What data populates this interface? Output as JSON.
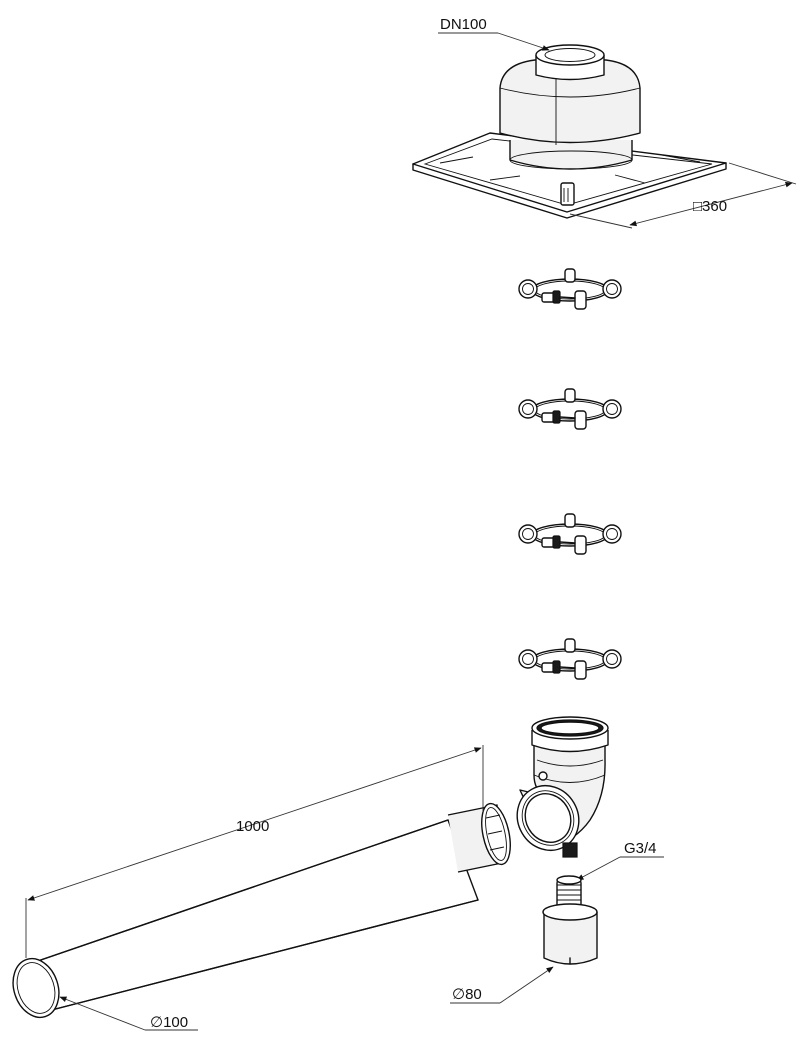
{
  "labels": {
    "dn": "DN100",
    "square": "□360",
    "length": "1000",
    "pipe_diameter": "∅100",
    "thread": "G3/4",
    "trap_diameter": "∅80"
  },
  "clamps": [
    {
      "id": 1
    },
    {
      "id": 2
    },
    {
      "id": 3
    },
    {
      "id": 4
    }
  ]
}
